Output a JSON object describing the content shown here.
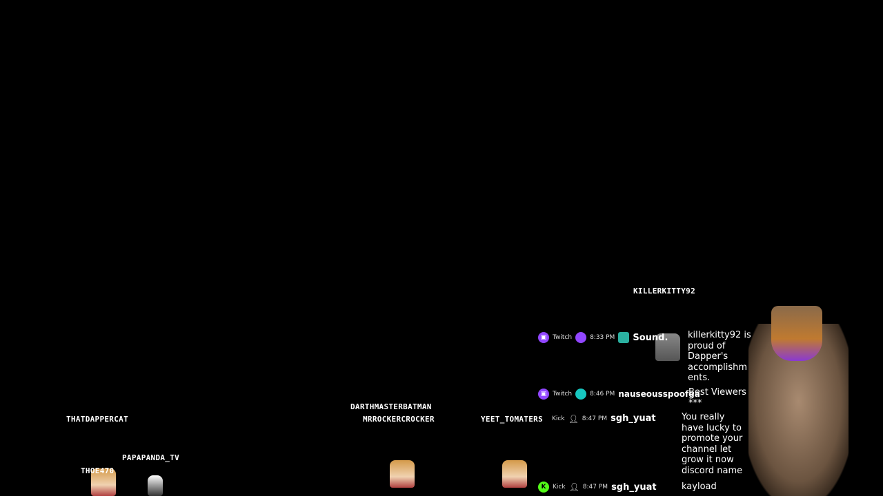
{
  "avatars": [
    {
      "name": "KILLERKITTY92"
    },
    {
      "name": "THATDAPPERCAT"
    },
    {
      "name": "PAPAPANDA_TV"
    },
    {
      "name": "THOE470"
    },
    {
      "name": "DARTHMASTERBATMAN"
    },
    {
      "name": "MRROCKERCROCKER"
    },
    {
      "name": "YEET_TOMATERS"
    }
  ],
  "chat": [
    {
      "platform": "Twitch",
      "platform_icon": "twitch-icon",
      "time": "8:33 PM",
      "user": "Sound.",
      "message": "killerkitty92 is proud of Dapper's accomplishm ents."
    },
    {
      "platform": "Twitch",
      "platform_icon": "twitch-icon",
      "time": "8:46 PM",
      "user": "nauseousspoofga",
      "message": "Best Viewers ***"
    },
    {
      "platform": "Kick",
      "platform_icon": "kick-icon",
      "time": "8:47 PM",
      "user": "sgh_yuat",
      "message": "You really have lucky to promote your channel let grow it now discord name"
    },
    {
      "platform": "Kick",
      "platform_icon": "kick-icon",
      "time": "8:47 PM",
      "user": "sgh_yuat",
      "message": "kayload"
    }
  ],
  "colors": {
    "twitch": "#9146ff",
    "kick": "#53fc18"
  }
}
